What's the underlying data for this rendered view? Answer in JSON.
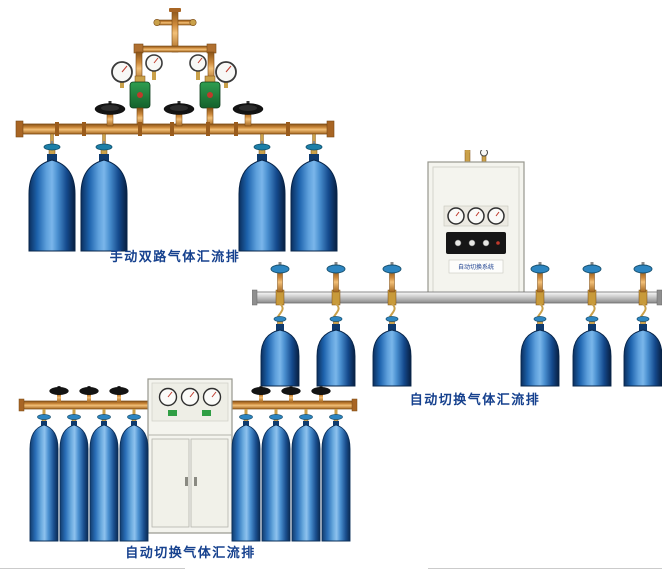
{
  "page": {
    "background": "#ffffff"
  },
  "colors": {
    "caption_text": "#16418e",
    "pipe_brass": "#cd8a3c",
    "manifold_bar_silver": "#c9c9c9",
    "cylinder_blue": "#1d63ad",
    "valve_handwheel_black": "#141414",
    "valve_handwheel_blue": "#2e86c1",
    "cabinet_body": "#f4f4ee",
    "regulator_green": "#2f9e50"
  },
  "products": [
    {
      "id": "manual-dual-line-manifold",
      "caption": "手动双路气体汇流排",
      "cylinders": 4
    },
    {
      "id": "auto-switch-manifold-wall-cabinet",
      "caption": "自动切换气体汇流排",
      "cabinet_panel_text": "自动切换系统",
      "cylinders": 6
    },
    {
      "id": "auto-switch-manifold-floor-cabinet",
      "caption": "自动切换气体汇流排",
      "cylinders": 8
    }
  ]
}
